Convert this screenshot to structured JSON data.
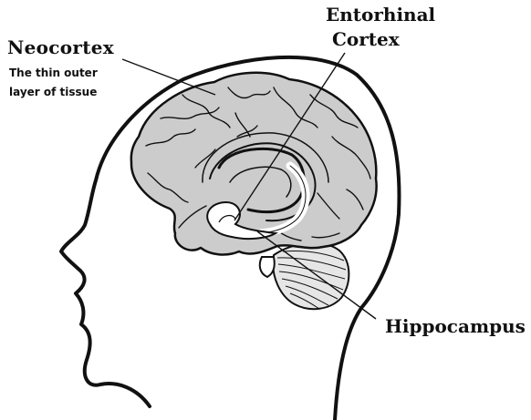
{
  "labels": {
    "neocortex": {
      "title": "Neocortex",
      "desc_line1": "The thin outer",
      "desc_line2": "layer of tissue"
    },
    "entorhinal": {
      "line1": "Entorhinal",
      "line2": "Cortex"
    },
    "hippocampus": {
      "title": "Hippocampus"
    }
  },
  "colors": {
    "outline": "#111111",
    "brain_fill": "#cccccc",
    "cerebellum_fill": "#e6e6e6",
    "background": "#ffffff"
  }
}
